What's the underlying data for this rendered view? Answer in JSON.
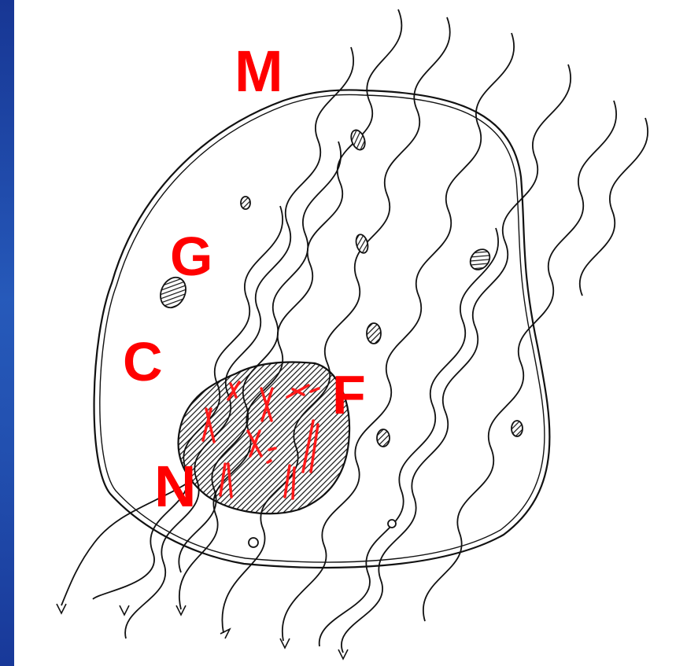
{
  "labels": {
    "membrane": "M",
    "granule": "G",
    "cytoplasm": "C",
    "fiber": "F",
    "nucleus": "N"
  },
  "colors": {
    "background": "#0a1a6e",
    "panel": "#ffffff",
    "ink": "#111111",
    "label": "#ff0000",
    "chromosome": "#ff1a1a"
  }
}
